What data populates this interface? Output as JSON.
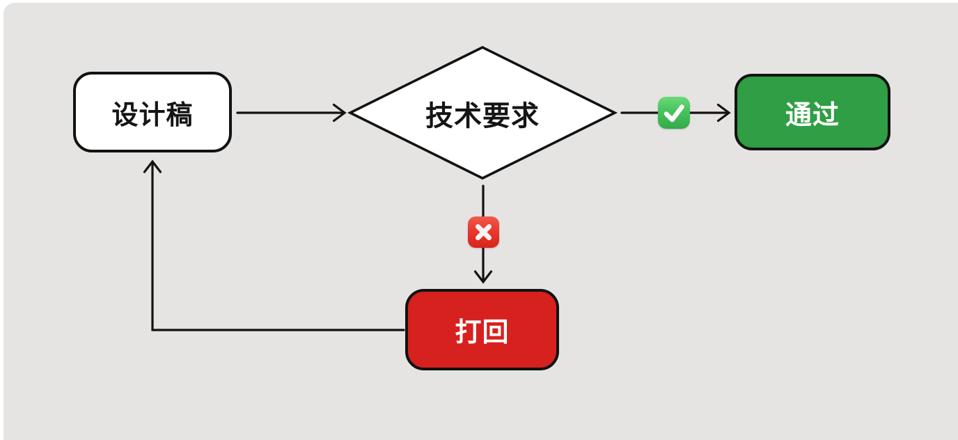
{
  "canvas": {
    "background_color": "#e5e4e3",
    "page_background": "#ffffff",
    "stroke_color": "#121212"
  },
  "nodes": {
    "design_draft": {
      "label": "设计稿",
      "shape": "rounded-rect",
      "fill": "#ffffff",
      "text_color": "#151515"
    },
    "tech_requirements": {
      "label": "技术要求",
      "shape": "diamond",
      "fill": "#ffffff",
      "text_color": "#151515"
    },
    "pass": {
      "label": "通过",
      "shape": "rounded-rect",
      "fill": "#2f9e44",
      "text_color": "#ffffff"
    },
    "reject": {
      "label": "打回",
      "shape": "rounded-rect",
      "fill": "#d7211e",
      "text_color": "#ffffff"
    }
  },
  "edges": [
    {
      "from": "design_draft",
      "to": "tech_requirements",
      "badge": ""
    },
    {
      "from": "tech_requirements",
      "to": "pass",
      "badge": "check-mark-button"
    },
    {
      "from": "tech_requirements",
      "to": "reject",
      "badge": "cross-mark-button"
    },
    {
      "from": "reject",
      "to": "design_draft",
      "badge": ""
    }
  ],
  "badges": {
    "check": {
      "name": "check-mark-button",
      "background": "#48c35d",
      "glyph_color": "#ffffff"
    },
    "cross": {
      "name": "cross-mark-button",
      "background": "#e63a2e",
      "glyph_color": "#fdf4f2"
    }
  }
}
